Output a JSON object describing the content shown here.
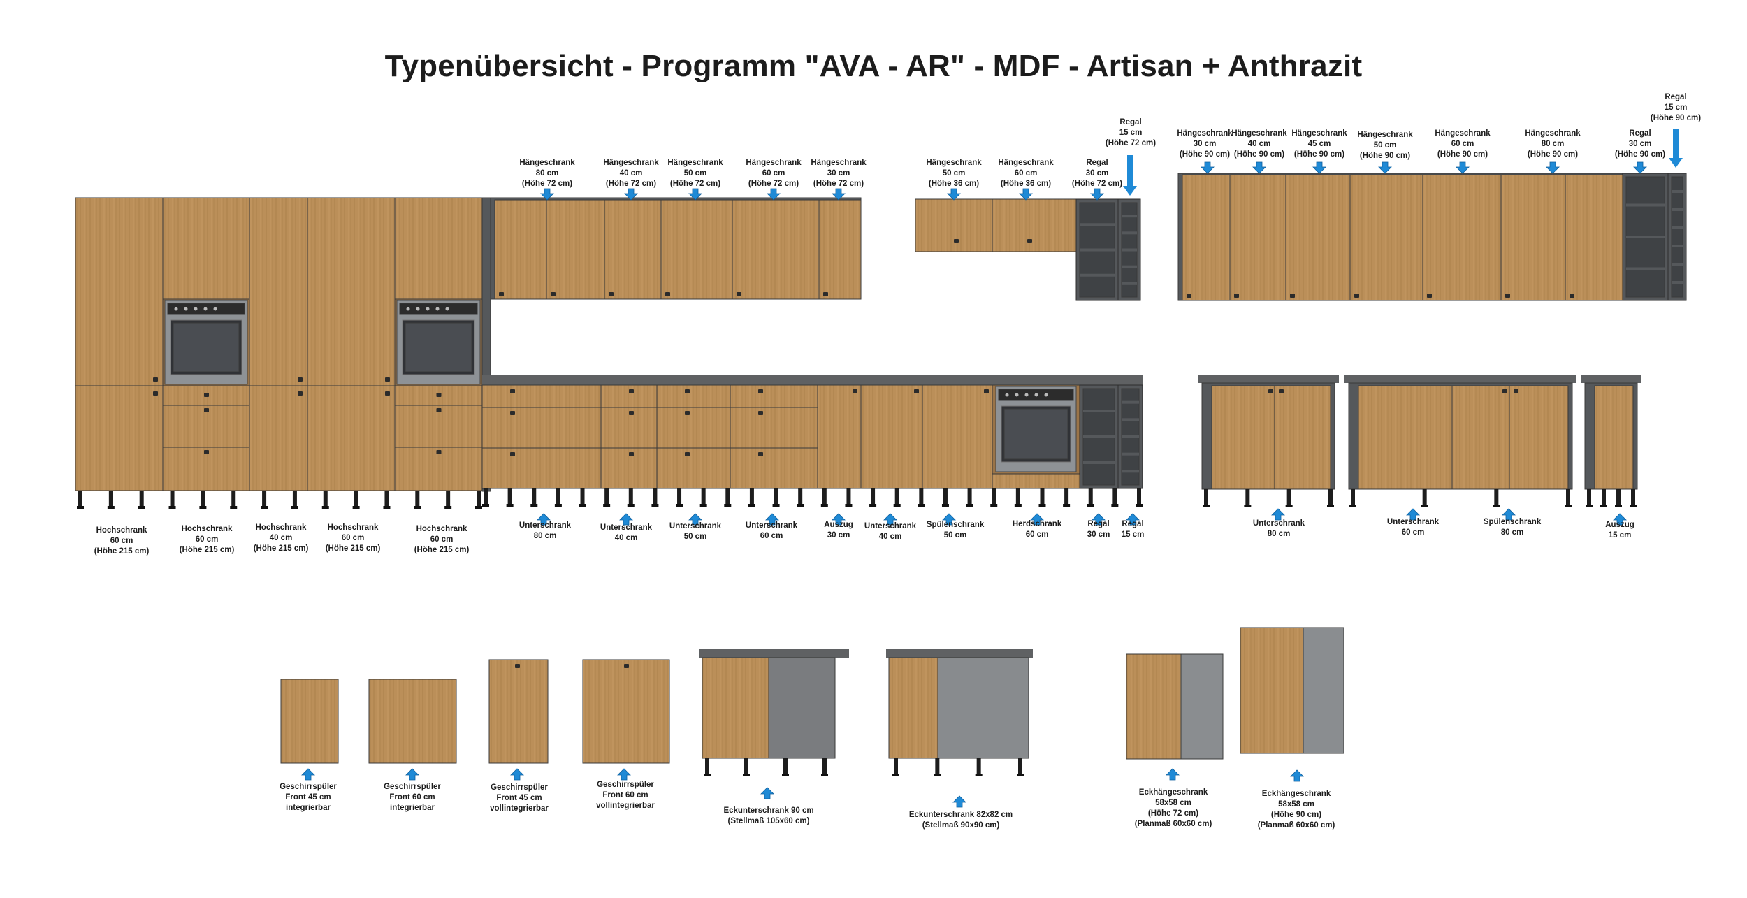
{
  "title": "Typenübersicht - Programm  \"AVA - AR\" - MDF - Artisan + Anthrazit",
  "colors": {
    "wood": "#b98d57",
    "wood_dark": "#9c7140",
    "anthracite": "#55585b",
    "countertop": "#5f6163",
    "arrow": "#1f8ad6"
  },
  "labels": [
    {
      "id": "haengeschrank-80-72",
      "lines": [
        "Hängeschrank",
        "80 cm",
        "(Höhe  72 cm)"
      ]
    },
    {
      "id": "haengeschrank-40-72",
      "lines": [
        "Hängeschrank",
        "40 cm",
        "(Höhe  72 cm)"
      ]
    },
    {
      "id": "haengeschrank-50-72",
      "lines": [
        "Hängeschrank",
        "50 cm",
        "(Höhe  72 cm)"
      ]
    },
    {
      "id": "haengeschrank-60-72",
      "lines": [
        "Hängeschrank",
        "60 cm",
        "(Höhe  72 cm)"
      ]
    },
    {
      "id": "haengeschrank-30-72",
      "lines": [
        "Hängeschrank",
        "30 cm",
        "(Höhe  72 cm)"
      ]
    },
    {
      "id": "haengeschrank-50-36",
      "lines": [
        "Hängeschrank",
        "50 cm",
        "(Höhe  36 cm)"
      ]
    },
    {
      "id": "haengeschrank-60-36",
      "lines": [
        "Hängeschrank",
        "60 cm",
        "(Höhe  36 cm)"
      ]
    },
    {
      "id": "regal-30-72",
      "lines": [
        "Regal",
        "30 cm",
        "(Höhe  72 cm)"
      ]
    },
    {
      "id": "regal-15-72",
      "lines": [
        "Regal",
        "15 cm",
        "(Höhe 72 cm)"
      ]
    },
    {
      "id": "haengeschrank-30-90",
      "lines": [
        "Hängeschrank",
        "30 cm",
        "(Höhe 90 cm)"
      ]
    },
    {
      "id": "haengeschrank-40-90",
      "lines": [
        "Hängeschrank",
        "40 cm",
        "(Höhe 90 cm)"
      ]
    },
    {
      "id": "haengeschrank-45-90",
      "lines": [
        "Hängeschrank",
        "45 cm",
        "(Höhe 90 cm)"
      ]
    },
    {
      "id": "haengeschrank-50-90",
      "lines": [
        "Hängeschrank",
        "50 cm",
        "(Höhe 90 cm)"
      ]
    },
    {
      "id": "haengeschrank-60-90",
      "lines": [
        "Hängeschrank",
        "60 cm",
        "(Höhe 90 cm)"
      ]
    },
    {
      "id": "haengeschrank-80-90",
      "lines": [
        "Hängeschrank",
        "80 cm",
        "(Höhe 90 cm)"
      ]
    },
    {
      "id": "regal-30-90",
      "lines": [
        "Regal",
        "30 cm",
        "(Höhe 90 cm)"
      ]
    },
    {
      "id": "regal-15-90",
      "lines": [
        "Regal",
        "15 cm",
        "(Höhe 90 cm)"
      ]
    },
    {
      "id": "hochschrank-60-a",
      "lines": [
        "Hochschrank",
        "60 cm",
        "(Höhe 215 cm)"
      ]
    },
    {
      "id": "hochschrank-60-b",
      "lines": [
        "Hochschrank",
        "60 cm",
        "(Höhe 215 cm)"
      ]
    },
    {
      "id": "hochschrank-40",
      "lines": [
        "Hochschrank",
        "40 cm",
        "(Höhe 215 cm)"
      ]
    },
    {
      "id": "hochschrank-60-c",
      "lines": [
        "Hochschrank",
        "60 cm",
        "(Höhe 215 cm)"
      ]
    },
    {
      "id": "hochschrank-60-d",
      "lines": [
        "Hochschrank",
        "60 cm",
        "(Höhe 215 cm)"
      ]
    },
    {
      "id": "unterschrank-80",
      "lines": [
        "Unterschrank",
        "80 cm"
      ]
    },
    {
      "id": "unterschrank-40",
      "lines": [
        "Unterschrank",
        "40 cm"
      ]
    },
    {
      "id": "unterschrank-50",
      "lines": [
        "Unterschrank",
        "50 cm"
      ]
    },
    {
      "id": "unterschrank-60",
      "lines": [
        "Unterschrank",
        "60 cm"
      ]
    },
    {
      "id": "auszug-30",
      "lines": [
        "Auszug",
        "30 cm"
      ]
    },
    {
      "id": "unterschrank-40-b",
      "lines": [
        "Unterschrank",
        "40 cm"
      ]
    },
    {
      "id": "spuelenschrank-50",
      "lines": [
        "Spülenschrank",
        "50 cm"
      ]
    },
    {
      "id": "herdschrank-60",
      "lines": [
        "Herdschrank",
        "60 cm"
      ]
    },
    {
      "id": "regal-30-base",
      "lines": [
        "Regal",
        "30 cm"
      ]
    },
    {
      "id": "regal-15-base",
      "lines": [
        "Regal",
        "15 cm"
      ]
    },
    {
      "id": "unterschrank-80-b",
      "lines": [
        "Unterschrank",
        "80 cm"
      ]
    },
    {
      "id": "unterschrank-60-b",
      "lines": [
        "Unterschrank",
        "60 cm"
      ]
    },
    {
      "id": "spuelenschrank-80",
      "lines": [
        "Spülenschrank",
        "80 cm"
      ]
    },
    {
      "id": "auszug-15",
      "lines": [
        "Auszug",
        "15 cm"
      ]
    },
    {
      "id": "front-45-int",
      "lines": [
        "Geschirrspüler",
        "Front 45 cm",
        "integrierbar"
      ]
    },
    {
      "id": "front-60-int",
      "lines": [
        "Geschirrspüler",
        "Front 60 cm",
        "integrierbar"
      ]
    },
    {
      "id": "front-45-voll",
      "lines": [
        "Geschirrspüler",
        "Front 45 cm",
        "vollintegrierbar"
      ]
    },
    {
      "id": "front-60-voll",
      "lines": [
        "Geschirrspüler",
        "Front 60 cm",
        "vollintegrierbar"
      ]
    },
    {
      "id": "eckunterschrank-90",
      "lines": [
        "Eckunterschrank 90 cm",
        "(Stellmaß 105x60 cm)"
      ]
    },
    {
      "id": "eckunterschrank-82",
      "lines": [
        "Eckunterschrank 82x82 cm",
        "(Stellmaß 90x90 cm)"
      ]
    },
    {
      "id": "eckhaenge-72",
      "lines": [
        "Eckhängeschrank",
        "58x58 cm",
        "(Höhe 72 cm)",
        "(Planmaß  60x60 cm)"
      ]
    },
    {
      "id": "eckhaenge-90",
      "lines": [
        "Eckhängeschrank",
        "58x58 cm",
        "(Höhe 90 cm)",
        "(Planmaß  60x60 cm)"
      ]
    }
  ]
}
